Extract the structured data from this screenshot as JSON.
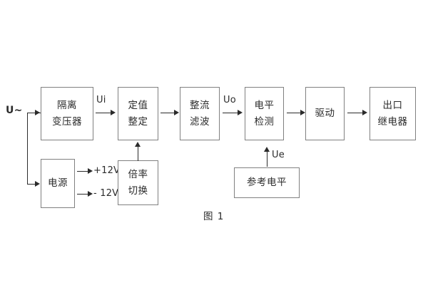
{
  "figure": {
    "caption": "图 1",
    "input_label": "U~",
    "signal_labels": {
      "ui": "Ui",
      "uo": "Uo",
      "ue": "Ue"
    },
    "power_rails": {
      "positive": "+12V",
      "negative": "- 12V"
    },
    "colors": {
      "box_border": "#808080",
      "wire": "#2b2b2b",
      "text": "#2b2b2b",
      "background": "#ffffff"
    },
    "blocks": [
      {
        "id": "isolation-transformer",
        "line1": "隔离",
        "line2": "变压器"
      },
      {
        "id": "setting-value",
        "line1": "定值",
        "line2": "整定"
      },
      {
        "id": "rectify-filter",
        "line1": "整流",
        "line2": "滤波"
      },
      {
        "id": "level-detection",
        "line1": "电平",
        "line2": "检测"
      },
      {
        "id": "drive",
        "line1": "驱动",
        "line2": ""
      },
      {
        "id": "output-relay",
        "line1": "出口",
        "line2": "继电器"
      },
      {
        "id": "power-supply",
        "line1": "电源",
        "line2": ""
      },
      {
        "id": "multiplier-switch",
        "line1": "倍率",
        "line2": "切换"
      },
      {
        "id": "reference-level",
        "line1": "参考电平",
        "line2": ""
      }
    ]
  }
}
